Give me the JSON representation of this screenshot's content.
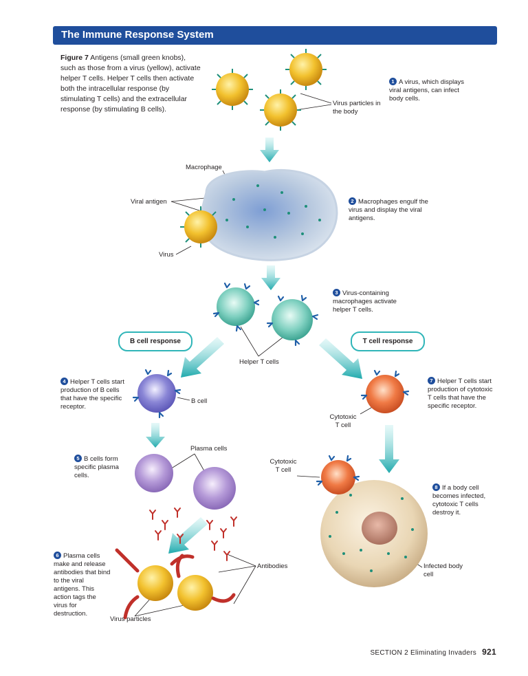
{
  "header": {
    "title": "The Immune Response System"
  },
  "caption": {
    "label": "Figure 7",
    "text": "Antigens (small green knobs), such as those from a virus (yellow), activate helper T cells. Helper T cells then activate both the intracellular response (by stimulating T cells) and the extracellular response (by stimulating B cells)."
  },
  "steps": [
    {
      "num": "1",
      "text": "A virus, which displays viral antigens, can infect body cells."
    },
    {
      "num": "2",
      "text": "Macrophages engulf the virus and display the viral antigens."
    },
    {
      "num": "3",
      "text": "Virus-containing macrophages activate helper T cells."
    },
    {
      "num": "4",
      "text": "Helper T cells start production of B cells that have the specific receptor."
    },
    {
      "num": "5",
      "text": "B cells form specific plasma cells."
    },
    {
      "num": "6",
      "text": "Plasma cells make and release antibodies that bind to the viral antigens. This action tags the virus for destruction."
    },
    {
      "num": "7",
      "text": "Helper T cells start production of cytotoxic T cells that have the specific receptor."
    },
    {
      "num": "8",
      "text": "If a body cell becomes infected, cytotoxic T cells destroy it."
    }
  ],
  "labels": {
    "virus_particles_body": "Virus particles in the body",
    "macrophage": "Macrophage",
    "viral_antigen": "Viral antigen",
    "virus": "Virus",
    "helper_t_cells": "Helper T cells",
    "b_cell": "B cell",
    "plasma_cells": "Plasma cells",
    "antibodies": "Antibodies",
    "virus_particles": "Virus particles",
    "cytotoxic_t_cell": "Cytotoxic T cell",
    "cytotoxic_t_cell_2": "Cytotoxic T cell",
    "infected_body_cell": "Infected body cell"
  },
  "responses": {
    "b_cell": "B cell response",
    "t_cell": "T cell response"
  },
  "footer": {
    "section": "SECTION 2  Eliminating Invaders",
    "page": "921"
  },
  "colors": {
    "header": "#1f4e9c",
    "virus": "#f2c12e",
    "antigen": "#1e8f7a",
    "macrophage": "#a9bdd6",
    "helper_t": "#7fd0c0",
    "b_cell": "#8a86d6",
    "plasma": "#b59ad8",
    "cytotoxic": "#f07a45",
    "antibody": "#c0302a",
    "arrow": "#2bb3b5",
    "body_cell": "#e9d6b4"
  }
}
